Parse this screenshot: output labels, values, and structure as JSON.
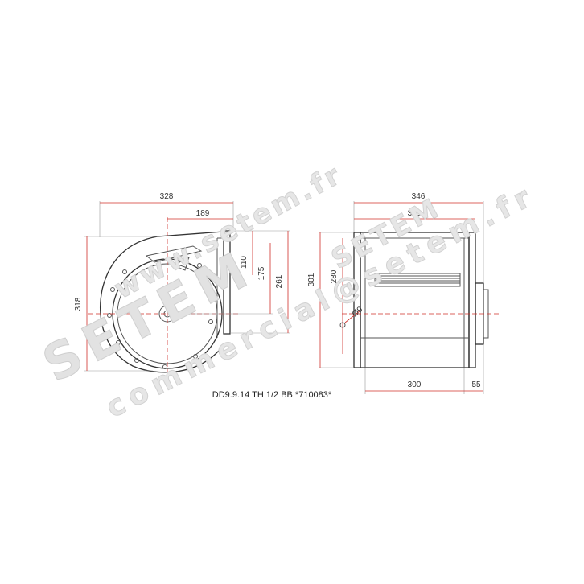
{
  "watermarks": {
    "diagonal_main": "SETEM",
    "diagonal_url_1": "www.setem.fr",
    "diagonal_email": "commercial@setem.fr",
    "diagonal_brand_2": "SETEM"
  },
  "dimensions": {
    "front_width": "328",
    "front_inlet_offset": "189",
    "front_height": "318",
    "outlet_110": "110",
    "outlet_175": "175",
    "outlet_261": "261",
    "side_width_total": "346",
    "side_width_body": "325",
    "side_height_301": "301",
    "side_height_280": "280",
    "hole_diameter": "Ø9",
    "side_base_width": "300",
    "side_motor_depth": "55"
  },
  "caption": "DD9.9.14 TH 1/2 BB *710083*",
  "colors": {
    "dimension_line": "#d0302a",
    "outline": "#333333",
    "watermark": "#e2e2e2"
  }
}
